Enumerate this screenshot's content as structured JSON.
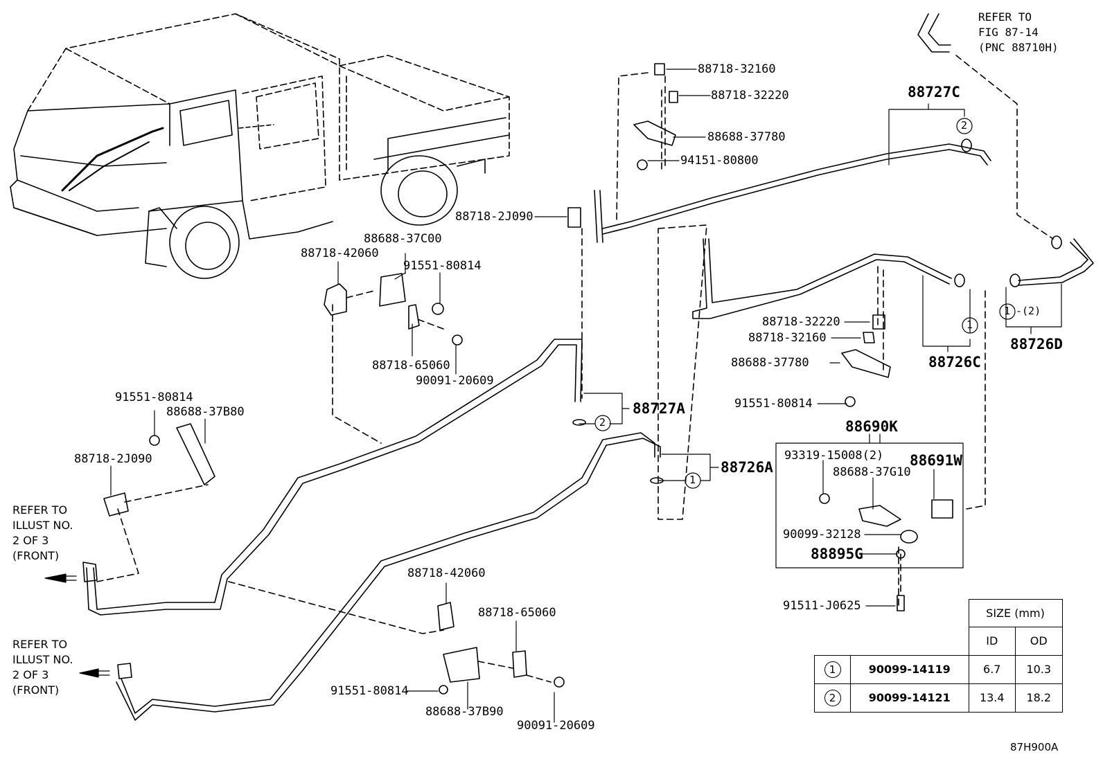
{
  "labels": {
    "p88718_32160_top": "88718-32160",
    "p88718_32220_top": "88718-32220",
    "p88688_37780_top": "88688-37780",
    "p94151_80800": "94151-80800",
    "p88718_2J090_mid": "88718-2J090",
    "p88688_37C00": "88688-37C00",
    "p88718_42060_top": "88718-42060",
    "p91551_80814_top": "91551-80814",
    "p88718_65060_top": "88718-65060",
    "p90091_20609_top": "90091-20609",
    "p88727C": "88727C",
    "p88727A": "88727A",
    "p88726A": "88726A",
    "p88726C": "88726C",
    "p88726D": "88726D",
    "p88726D_mark": "-(2)",
    "p88718_32220_mid": "88718-32220",
    "p88718_32160_mid": "88718-32160",
    "p88688_37780_mid": "88688-37780",
    "p91551_80814_mid": "91551-80814",
    "p88690K": "88690K",
    "p93319_15008": "93319-15008(2)",
    "p88691W": "88691W",
    "p88688_37G10": "88688-37G10",
    "p90099_32128": "90099-32128",
    "p88895G": "88895G",
    "p91511_J0625": "91511-J0625",
    "p91551_80814_left": "91551-80814",
    "p88688_37B80": "88688-37B80",
    "p88718_2J090_left": "88718-2J090",
    "p88718_42060_bot": "88718-42060",
    "p88718_65060_bot": "88718-65060",
    "p91551_80814_bot": "91551-80814",
    "p88688_37B90": "88688-37B90",
    "p90091_20609_bot": "90091-20609",
    "illust_id": "87H900A"
  },
  "refs": {
    "fig_ref": "REFER TO\nFIG 87-14\n(PNC 88710H)",
    "front_ref_1": "REFER TO\nILLUST NO.\n2 OF 3\n(FRONT)",
    "front_ref_2": "REFER TO\nILLUST NO.\n2 OF 3\n(FRONT)"
  },
  "callouts": {
    "one": "1",
    "two": "2"
  },
  "size_table": {
    "header": "SIZE (mm)",
    "col_id": "ID",
    "col_od": "OD",
    "rows": [
      {
        "mark": "1",
        "part": "90099-14119",
        "id": "6.7",
        "od": "10.3"
      },
      {
        "mark": "2",
        "part": "90099-14121",
        "id": "13.4",
        "od": "18.2"
      }
    ]
  }
}
